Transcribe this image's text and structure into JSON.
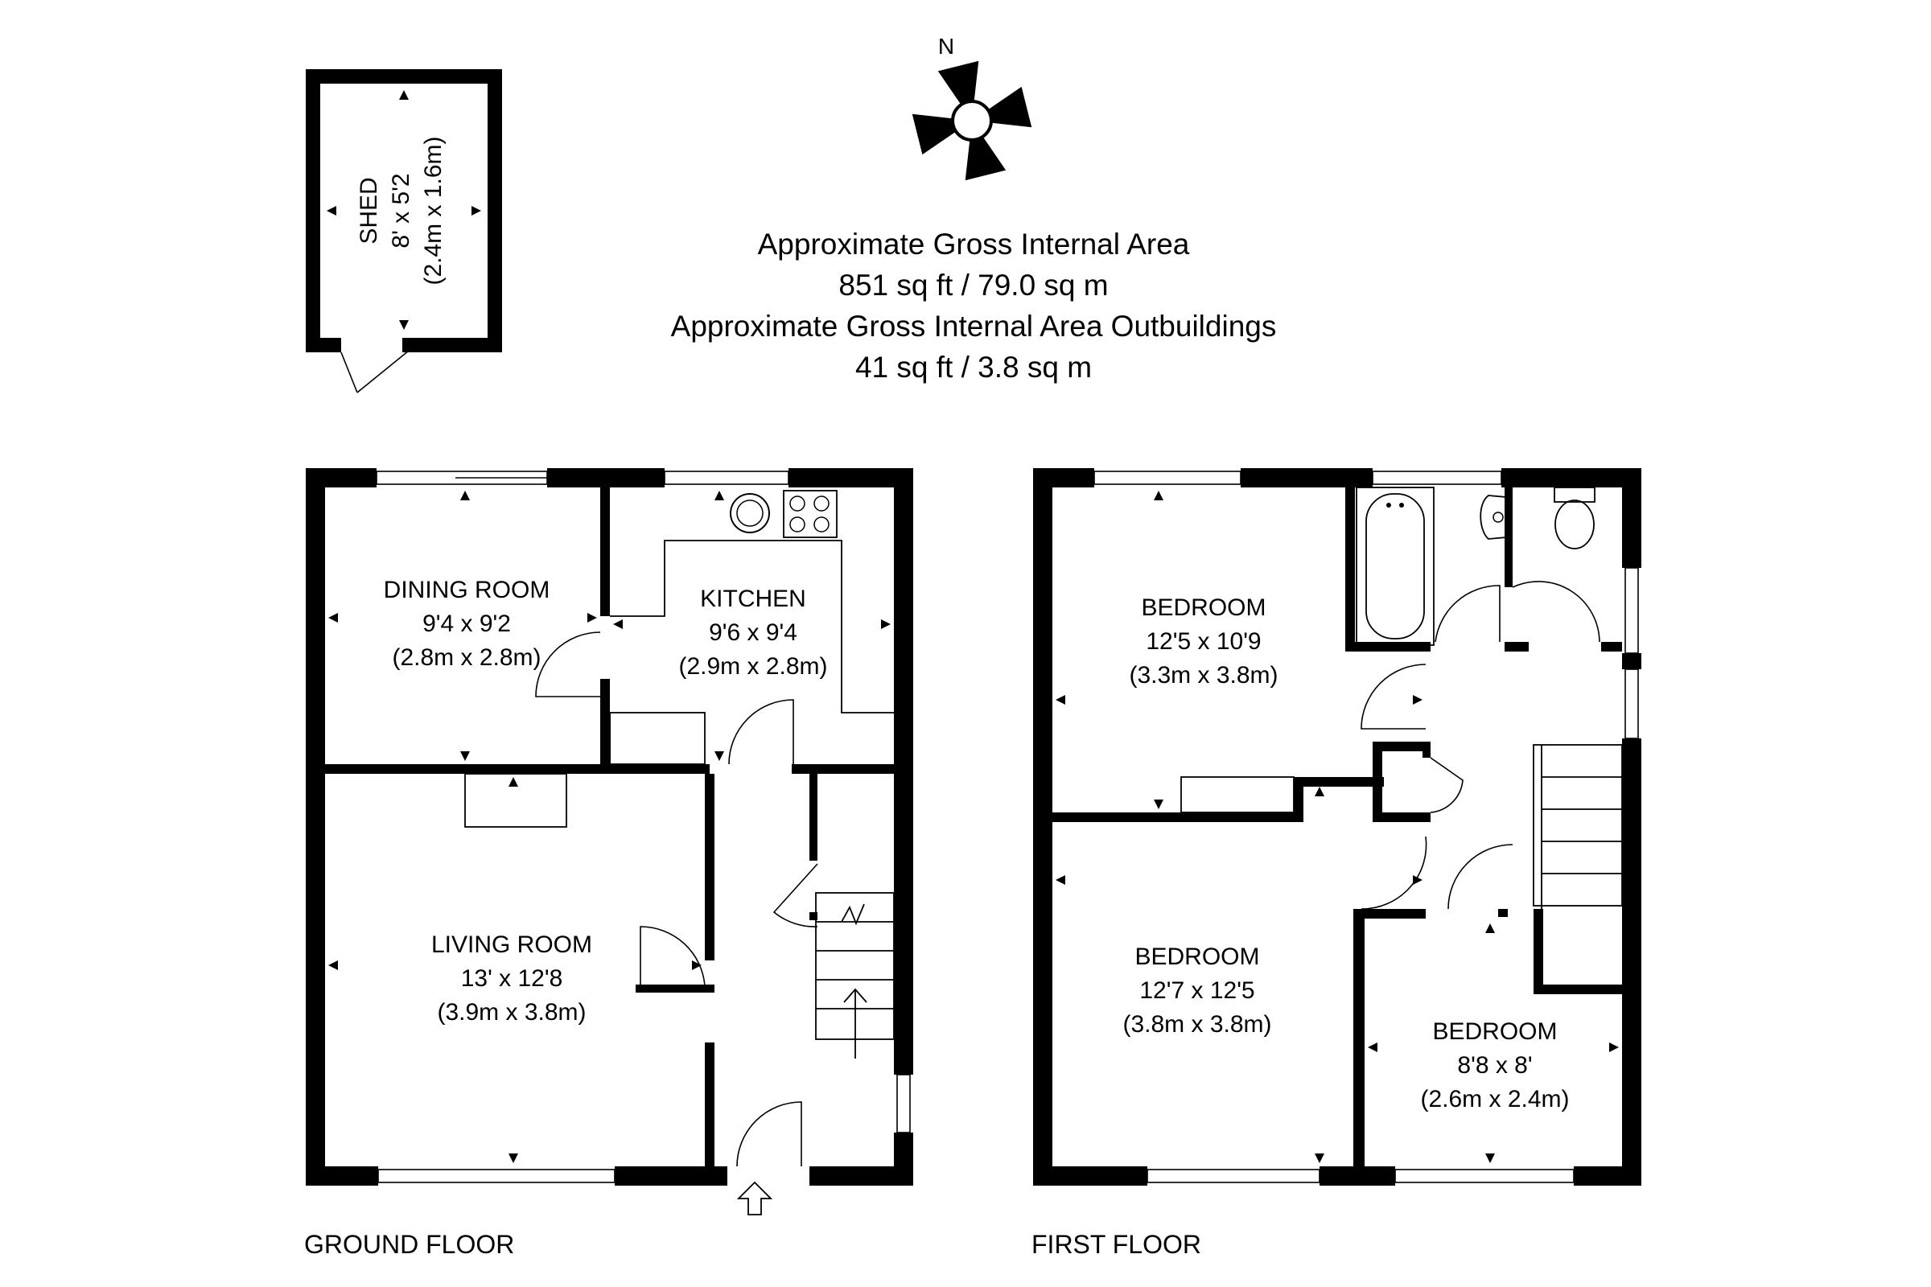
{
  "compass": {
    "label": "N"
  },
  "area": {
    "line1": "Approximate Gross Internal Area",
    "line2": "851 sq ft / 79.0 sq m",
    "line3": "Approximate Gross Internal Area Outbuildings",
    "line4": "41 sq ft / 3.8 sq m"
  },
  "shed": {
    "name": "SHED",
    "imperial": "8' x 5'2",
    "metric": "(2.4m x 1.6m)"
  },
  "ground_floor": {
    "label": "GROUND FLOOR",
    "dining": {
      "name": "DINING ROOM",
      "imperial": "9'4 x 9'2",
      "metric": "(2.8m x 2.8m)"
    },
    "kitchen": {
      "name": "KITCHEN",
      "imperial": "9'6 x 9'4",
      "metric": "(2.9m x 2.8m)"
    },
    "living": {
      "name": "LIVING ROOM",
      "imperial": "13' x 12'8",
      "metric": "(3.9m x 3.8m)"
    }
  },
  "first_floor": {
    "label": "FIRST FLOOR",
    "bedroom1": {
      "name": "BEDROOM",
      "imperial": "12'5 x 10'9",
      "metric": "(3.3m x 3.8m)"
    },
    "bedroom2": {
      "name": "BEDROOM",
      "imperial": "12'7 x 12'5",
      "metric": "(3.8m x 3.8m)"
    },
    "bedroom3": {
      "name": "BEDROOM",
      "imperial": "8'8 x 8'",
      "metric": "(2.6m x 2.4m)"
    }
  }
}
